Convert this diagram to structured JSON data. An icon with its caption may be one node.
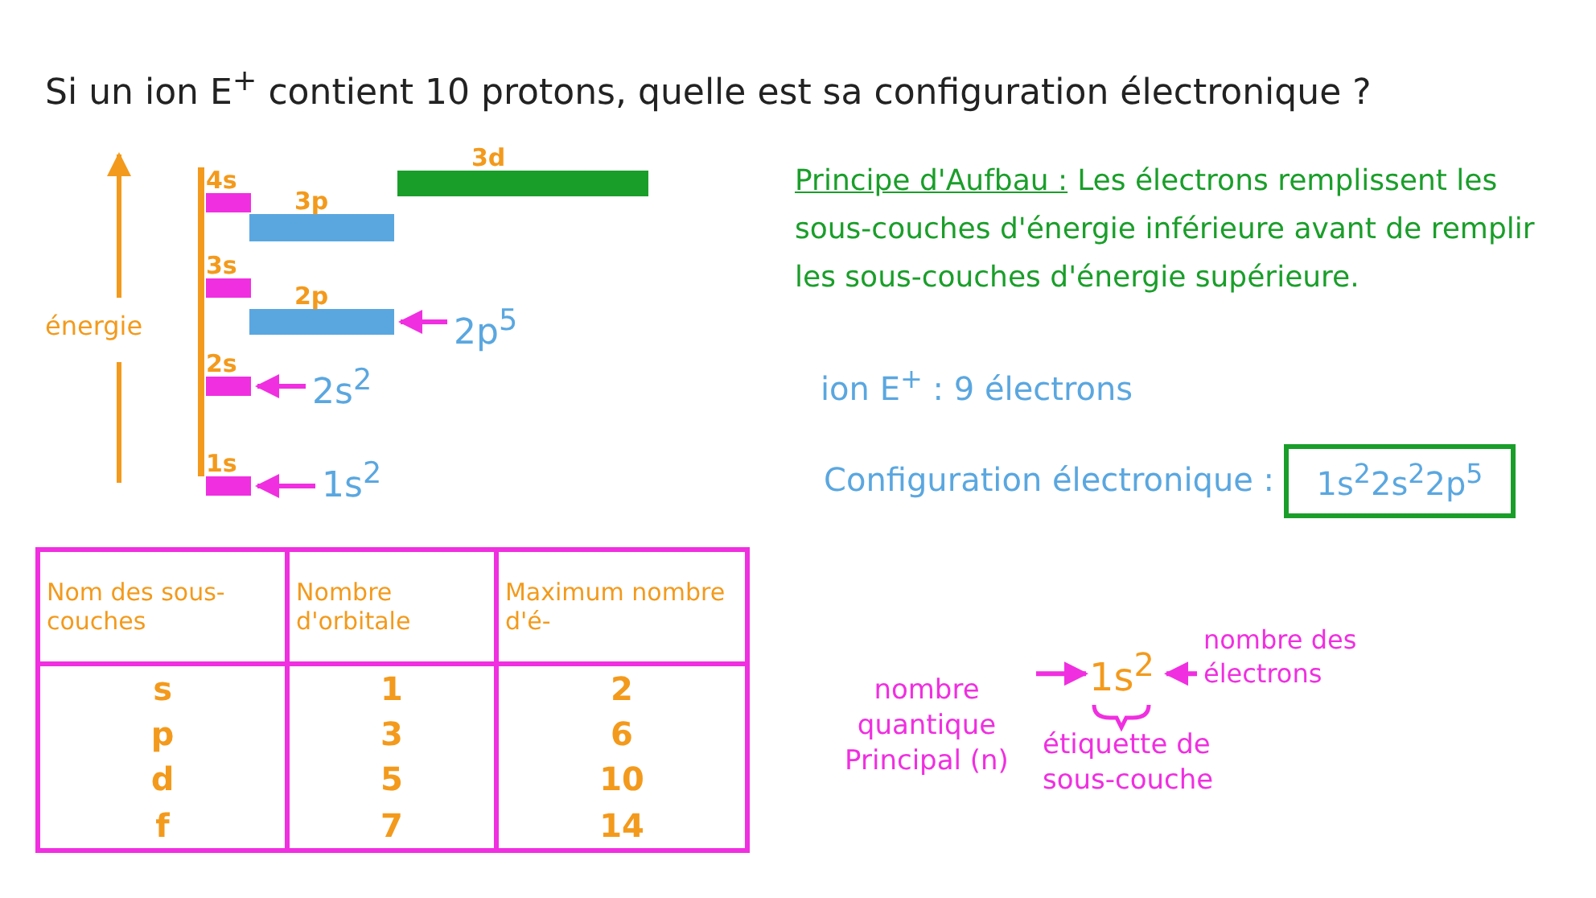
{
  "diagram": {
    "title": "Si un ion E$^{+}$ contient 10 protons, quelle est sa configuration électronique ?",
    "nodes": [
      {
        "text": [
          "4s"
        ]
      },
      {
        "text": [
          "3d"
        ]
      },
      {
        "text": [
          "3p"
        ]
      },
      {
        "text": [
          "3s"
        ]
      },
      {
        "text": [
          "2p"
        ]
      },
      {
        "text": [
          "2s"
        ]
      },
      {
        "text": [
          "1s"
        ]
      },
      {
        "text": [
          "2p$^{5}$"
        ]
      },
      {
        "text": [
          "2s$^{2}$"
        ]
      },
      {
        "text": [
          "1s$^{2}$"
        ]
      },
      {
        "text": [
          "1s$^{2}$2s$^{2}$2p$^{5}$"
        ]
      },
      {
        "text": [
          "nombre quantique Principal (n)"
        ]
      },
      {
        "text": [
          "1s$^{2}$"
        ]
      },
      {
        "text": [
          "nombre des électrons"
        ]
      }
    ],
    "edges": [
      {
        "from": 7,
        "to": 4,
        "arrow": "to"
      },
      {
        "from": 8,
        "to": 5,
        "arrow": "to"
      },
      {
        "from": 9,
        "to": 6,
        "arrow": "to"
      },
      {
        "from": 11,
        "to": 12,
        "arrow": "to"
      },
      {
        "from": 13,
        "to": 12,
        "arrow": "to"
      }
    ],
    "labels": [
      "énergie",
      "Principe d'Aufbau :",
      "Les électrons remplissent les sous-couches d'énergie inférieure avant de remplir les sous-couches d'énergie supérieure.",
      "ion E$^{+}$ : 9 électrons",
      "Configuration électronique :",
      "Nom des sous-couches",
      "Nombre d'orbitale",
      "Maximum nombre d'é-",
      "s",
      "1",
      "2",
      "p",
      "3",
      "6",
      "d",
      "5",
      "10",
      "f",
      "7",
      "14",
      "étiquette de sous-couche"
    ]
  }
}
